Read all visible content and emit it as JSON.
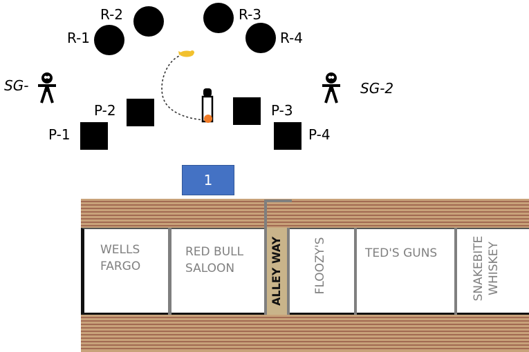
{
  "riders": [
    {
      "id": "R-1",
      "label": "R-1"
    },
    {
      "id": "R-2",
      "label": "R-2"
    },
    {
      "id": "R-3",
      "label": "R-3"
    },
    {
      "id": "R-4",
      "label": "R-4"
    }
  ],
  "posts": [
    {
      "id": "P-1",
      "label": "P-1"
    },
    {
      "id": "P-2",
      "label": "P-2"
    },
    {
      "id": "P-3",
      "label": "P-3"
    },
    {
      "id": "P-4",
      "label": "P-4"
    }
  ],
  "gunmen": [
    {
      "id": "SG-1",
      "label": "SG-"
    },
    {
      "id": "SG-2",
      "label": "SG-2"
    }
  ],
  "marker": {
    "label": "1"
  },
  "buildings": [
    {
      "id": "wells-fargo",
      "lines": [
        "WELLS",
        "FARGO"
      ]
    },
    {
      "id": "red-bull-saloon",
      "lines": [
        "RED BULL",
        "SALOON"
      ]
    },
    {
      "id": "alley-way",
      "label": "ALLEY WAY"
    },
    {
      "id": "floozys",
      "label": "FLOOZY'S"
    },
    {
      "id": "teds-guns",
      "label": "TED'S GUNS"
    },
    {
      "id": "snakebite-whiskey",
      "lines": [
        "SNAKEBITE",
        "WHISKEY"
      ]
    }
  ],
  "colors": {
    "marker_fill": "#4472c4",
    "wood_base": "#c8a27a",
    "wood_line": "#8b4a3a",
    "alley": "#c9b48a",
    "bottle_cap": "#f07b27",
    "bird": "#f2c12e"
  },
  "icons": [
    "person-icon",
    "bottle-icon",
    "bird-icon"
  ]
}
